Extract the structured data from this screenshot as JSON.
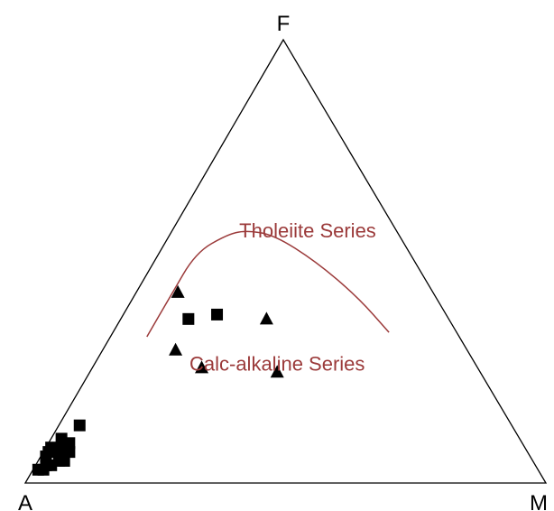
{
  "chart_data": {
    "type": "scatter",
    "subtype": "ternary-AFM",
    "vertices": {
      "top": "F",
      "left": "A",
      "right": "M"
    },
    "annotations": [
      {
        "text": "Tholeiite Series",
        "a": 0.17,
        "f": 0.57,
        "m": 0.26
      },
      {
        "text": "Calc-alkaline Series",
        "a": 0.38,
        "f": 0.27,
        "m": 0.35
      }
    ],
    "boundary_line": {
      "name": "",
      "points": [
        {
          "a": 0.6,
          "f": 0.33,
          "m": 0.07
        },
        {
          "a": 0.51,
          "f": 0.42,
          "m": 0.07
        },
        {
          "a": 0.41,
          "f": 0.52,
          "m": 0.07
        },
        {
          "a": 0.33,
          "f": 0.56,
          "m": 0.11
        },
        {
          "a": 0.29,
          "f": 0.57,
          "m": 0.14
        },
        {
          "a": 0.24,
          "f": 0.56,
          "m": 0.2
        },
        {
          "a": 0.19,
          "f": 0.5,
          "m": 0.31
        },
        {
          "a": 0.15,
          "f": 0.42,
          "m": 0.43
        },
        {
          "a": 0.13,
          "f": 0.34,
          "m": 0.53
        }
      ],
      "color": "#9b3a3a"
    },
    "series": [
      {
        "marker": "triangle",
        "color": "#000000",
        "points": [
          {
            "a": 0.49,
            "f": 0.43,
            "m": 0.08
          },
          {
            "a": 0.35,
            "f": 0.37,
            "m": 0.28
          },
          {
            "a": 0.56,
            "f": 0.3,
            "m": 0.14
          },
          {
            "a": 0.53,
            "f": 0.26,
            "m": 0.21
          },
          {
            "a": 0.39,
            "f": 0.25,
            "m": 0.36
          }
        ]
      },
      {
        "marker": "square",
        "color": "#000000",
        "points": [
          {
            "a": 0.5,
            "f": 0.37,
            "m": 0.13
          },
          {
            "a": 0.44,
            "f": 0.38,
            "m": 0.18
          },
          {
            "a": 0.83,
            "f": 0.13,
            "m": 0.04
          },
          {
            "a": 0.87,
            "f": 0.09,
            "m": 0.04
          },
          {
            "a": 0.88,
            "f": 0.1,
            "m": 0.02
          },
          {
            "a": 0.9,
            "f": 0.07,
            "m": 0.03
          },
          {
            "a": 0.89,
            "f": 0.08,
            "m": 0.03
          },
          {
            "a": 0.91,
            "f": 0.05,
            "m": 0.04
          },
          {
            "a": 0.93,
            "f": 0.06,
            "m": 0.01
          },
          {
            "a": 0.94,
            "f": 0.04,
            "m": 0.02
          },
          {
            "a": 0.92,
            "f": 0.07,
            "m": 0.01
          },
          {
            "a": 0.95,
            "f": 0.03,
            "m": 0.02
          },
          {
            "a": 0.9,
            "f": 0.05,
            "m": 0.05
          },
          {
            "a": 0.96,
            "f": 0.03,
            "m": 0.01
          },
          {
            "a": 0.91,
            "f": 0.08,
            "m": 0.01
          },
          {
            "a": 0.88,
            "f": 0.07,
            "m": 0.05
          },
          {
            "a": 0.93,
            "f": 0.04,
            "m": 0.03
          }
        ]
      }
    ],
    "frame_color": "#000000",
    "grid": false,
    "legend": "none"
  }
}
